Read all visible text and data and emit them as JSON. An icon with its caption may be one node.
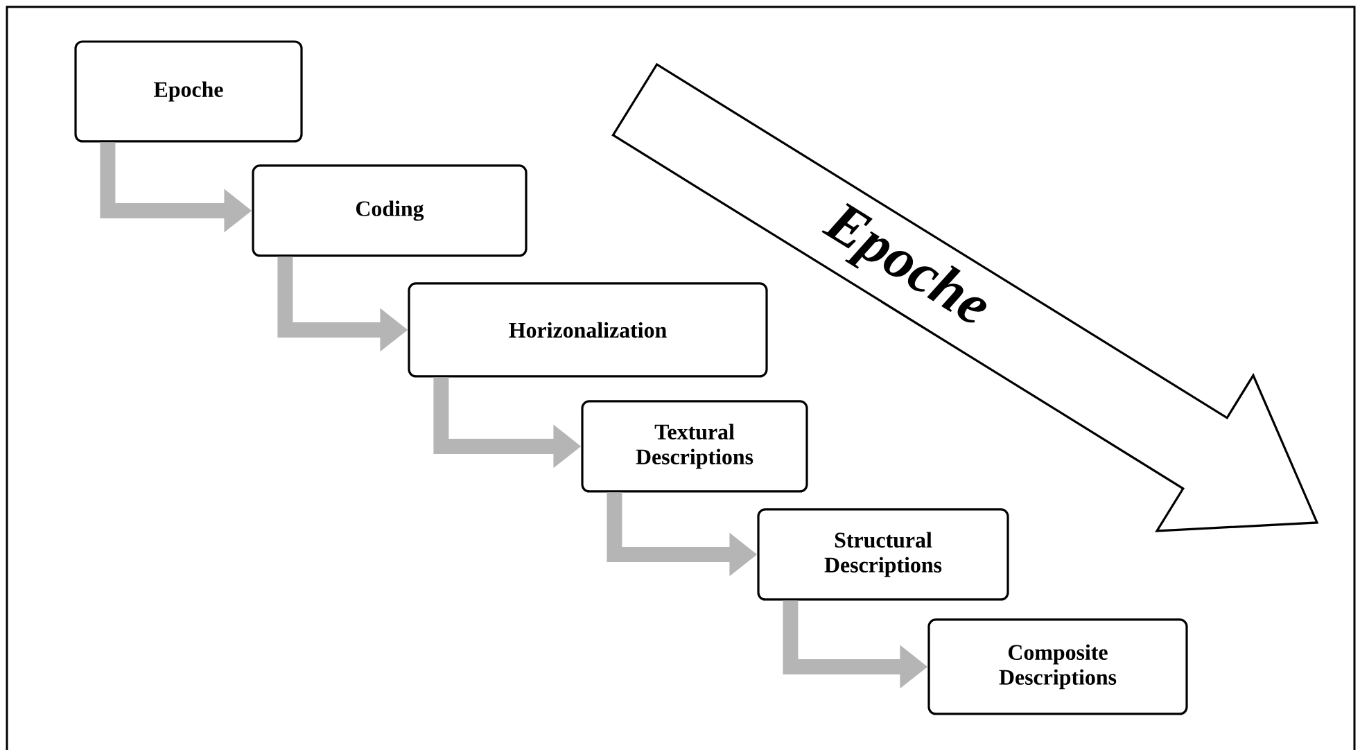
{
  "diagram": {
    "nodes": [
      {
        "text": [
          "Epoche"
        ]
      },
      {
        "text": [
          "Coding"
        ]
      },
      {
        "text": [
          "Horizonalization"
        ]
      },
      {
        "text": [
          "Textural Descriptions"
        ]
      },
      {
        "text": [
          "Structural Descriptions"
        ]
      },
      {
        "text": [
          "Composite Descriptions"
        ]
      },
      {
        "text": [
          "Epoche"
        ]
      }
    ],
    "edges": [
      {
        "from": 0,
        "to": 1,
        "arrow": "to"
      },
      {
        "from": 1,
        "to": 2,
        "arrow": "to"
      },
      {
        "from": 2,
        "to": 3,
        "arrow": "to"
      },
      {
        "from": 3,
        "to": 4,
        "arrow": "to"
      },
      {
        "from": 4,
        "to": 5,
        "arrow": "to"
      }
    ]
  }
}
